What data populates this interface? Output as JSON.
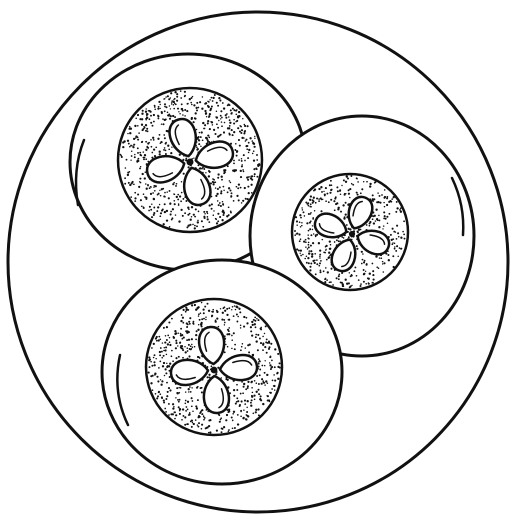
{
  "illustration": {
    "subject": "line-drawing",
    "ink_color": "#111111",
    "background_color": "#ffffff",
    "inner_unit_count": 3,
    "petals_per_unit": 4
  }
}
